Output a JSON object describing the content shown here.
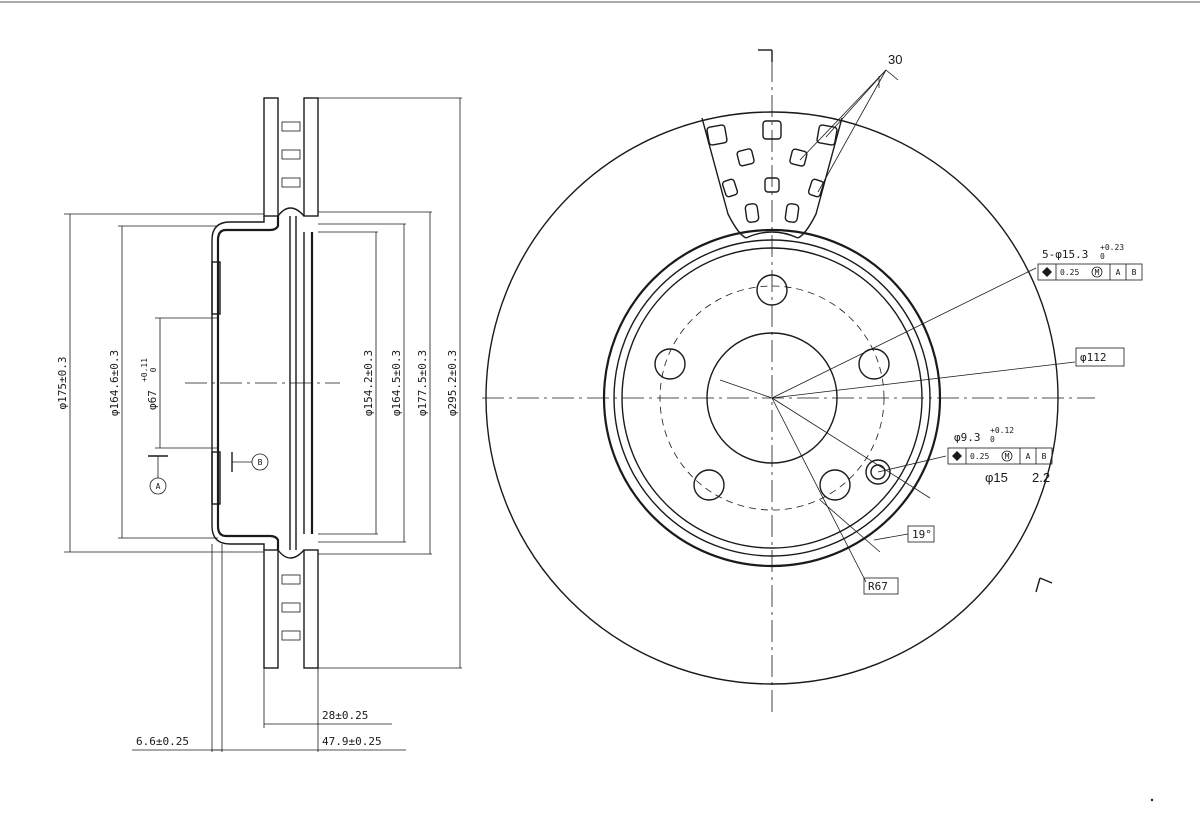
{
  "side_view": {
    "dims": {
      "d175": "φ175±0.3",
      "d164_6": "φ164.6±0.3",
      "d67": "φ67",
      "d67_tol": "+0.11",
      "d67_tol2": "0",
      "d154_2": "φ154.2±0.3",
      "d164_5": "φ164.5±0.3",
      "d177_5": "φ177.5±0.3",
      "d295": "φ295.2±0.3",
      "t28": "28±0.25",
      "t47": "47.9±0.25",
      "t6": "6.6±0.25"
    },
    "datum_a": "A",
    "datum_b": "B"
  },
  "front_view": {
    "vent_count": "30",
    "holes_callout": "5-φ15.3",
    "holes_tol_plus": "+0.23",
    "holes_tol_zero": "0",
    "position_tol": "0.25",
    "mmc": "M",
    "datum_a": "A",
    "datum_b": "B",
    "pcd": "φ112",
    "pin_callout": "φ9.3",
    "pin_tol_plus": "+0.12",
    "pin_tol_zero": "0",
    "pin_position_tol": "0.25",
    "counterbore": "φ15",
    "depth": "2.2",
    "angle": "19°",
    "radius": "R67"
  }
}
